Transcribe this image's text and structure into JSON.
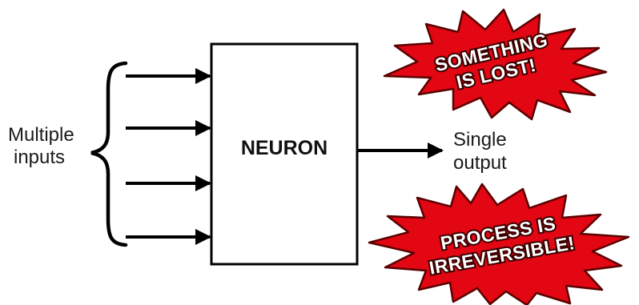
{
  "diagram": {
    "inputs_label": [
      "Multiple",
      "inputs"
    ],
    "neuron_label": "NEURON",
    "output_label": [
      "Single",
      "output"
    ],
    "input_arrow_count": 4
  },
  "bursts": {
    "top": [
      "SOMETHING",
      "IS LOST!"
    ],
    "bottom": [
      "PROCESS IS",
      "IRREVERSIBLE!"
    ]
  },
  "colors": {
    "burst_fill": "#e30613",
    "burst_outline": "#5a0000",
    "burst_text": "#ffffff",
    "lines": "#000000",
    "text": "#1a1a1a"
  }
}
